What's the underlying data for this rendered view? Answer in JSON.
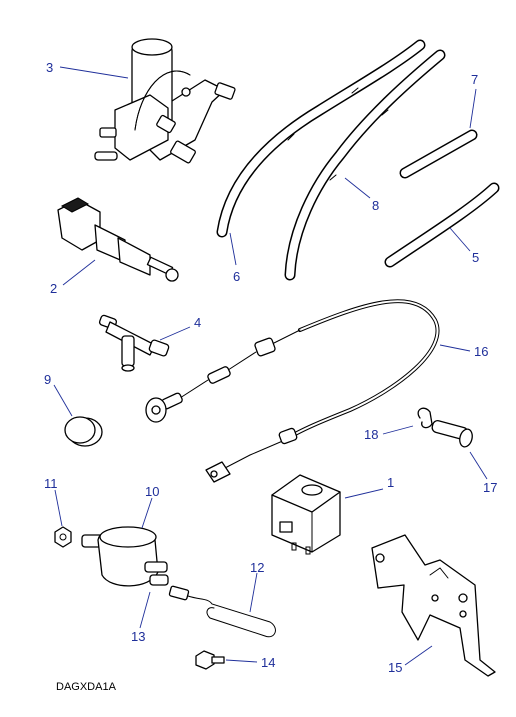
{
  "diagram": {
    "reference_code": "DAGXDA1A",
    "callouts": [
      {
        "id": "1",
        "label": "1"
      },
      {
        "id": "2",
        "label": "2"
      },
      {
        "id": "3",
        "label": "3"
      },
      {
        "id": "4",
        "label": "4"
      },
      {
        "id": "5",
        "label": "5"
      },
      {
        "id": "6",
        "label": "6"
      },
      {
        "id": "7",
        "label": "7"
      },
      {
        "id": "8",
        "label": "8"
      },
      {
        "id": "9",
        "label": "9"
      },
      {
        "id": "10",
        "label": "10"
      },
      {
        "id": "11",
        "label": "11"
      },
      {
        "id": "12",
        "label": "12"
      },
      {
        "id": "13",
        "label": "13"
      },
      {
        "id": "14",
        "label": "14"
      },
      {
        "id": "15",
        "label": "15"
      },
      {
        "id": "16",
        "label": "16"
      },
      {
        "id": "17",
        "label": "17"
      },
      {
        "id": "18",
        "label": "18"
      }
    ]
  }
}
